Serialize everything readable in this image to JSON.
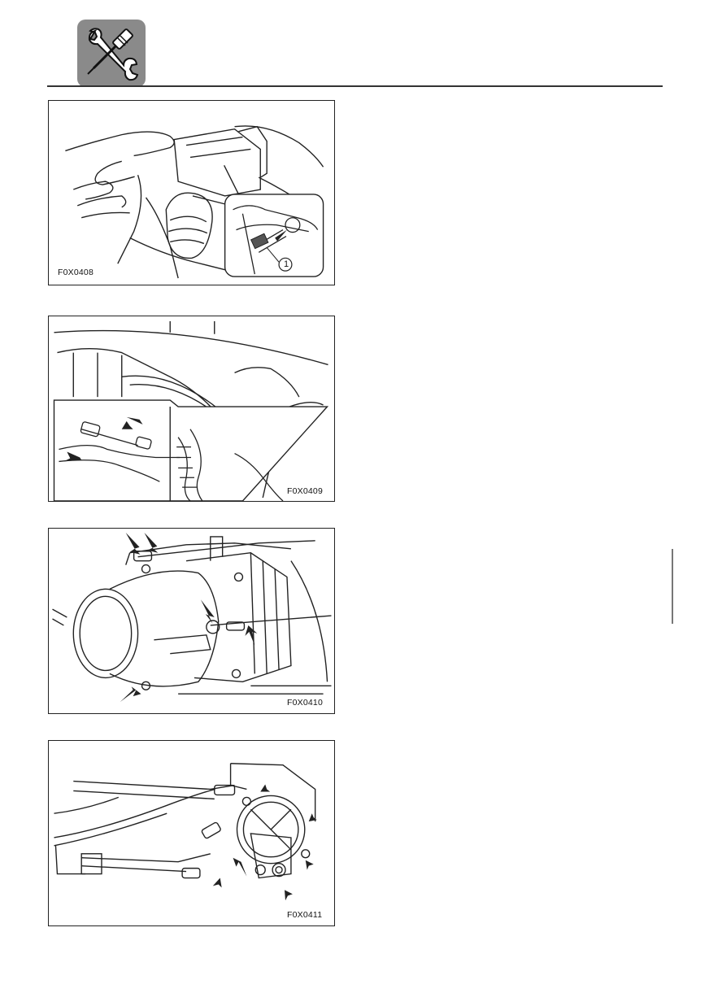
{
  "header": {
    "icon": "tools-icon"
  },
  "figures": [
    {
      "id": "F0X0408",
      "callout": "1"
    },
    {
      "id": "F0X0409"
    },
    {
      "id": "F0X0410"
    },
    {
      "id": "F0X0411"
    }
  ],
  "colors": {
    "icon_bg": "#8a8a8a",
    "line": "#222222"
  }
}
